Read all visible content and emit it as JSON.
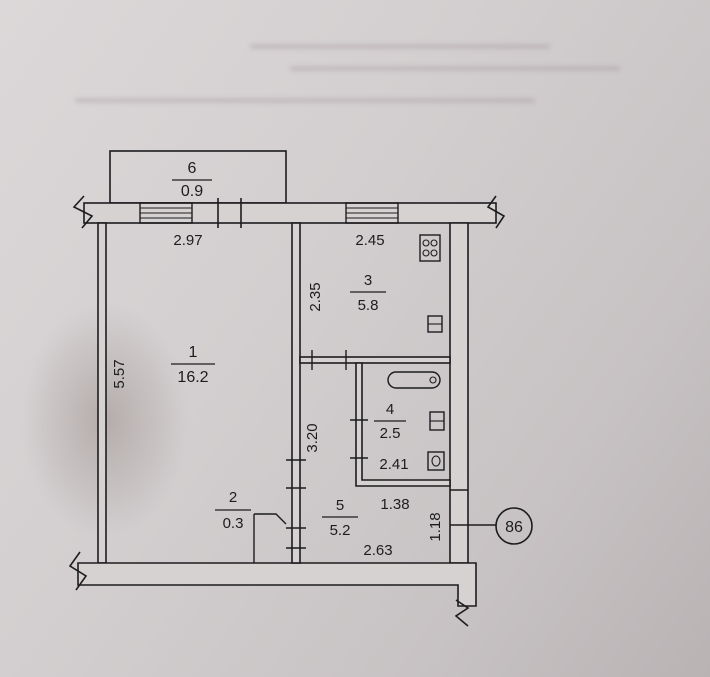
{
  "plan": {
    "circle_label": "86",
    "rooms": [
      {
        "number": "1",
        "area": "16.2"
      },
      {
        "number": "2",
        "area": "0.3"
      },
      {
        "number": "3",
        "area": "5.8"
      },
      {
        "number": "4",
        "area": "2.5"
      },
      {
        "number": "5",
        "area": "5.2"
      },
      {
        "number": "6",
        "area": "0.9"
      }
    ],
    "dimensions": {
      "room1_width": "2.97",
      "room1_length": "5.57",
      "room3_width": "2.45",
      "room3_length": "2.35",
      "corridor_length": "3.20",
      "bath_length": "2.41",
      "bath_width": "1.38",
      "hall_width": "2.63",
      "hall_depth": "1.18"
    }
  }
}
